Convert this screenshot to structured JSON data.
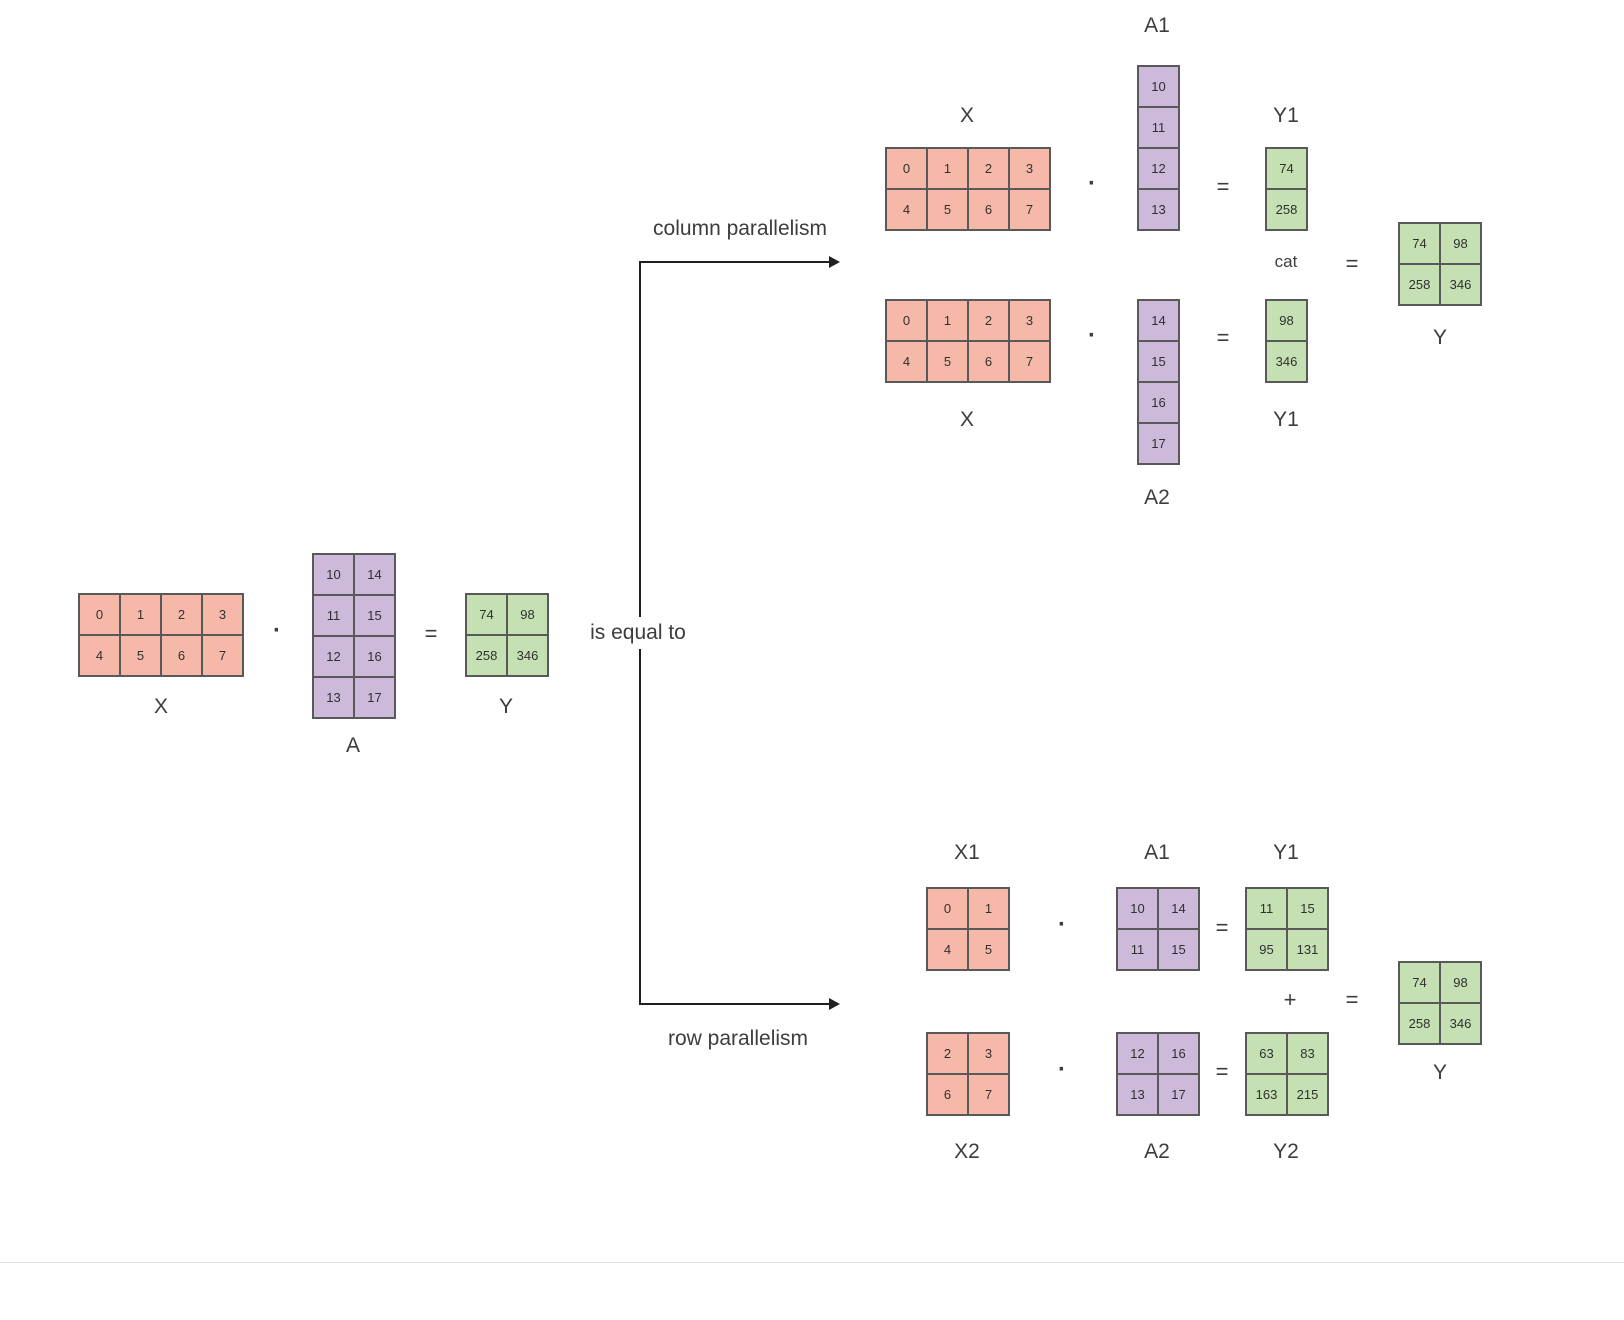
{
  "colors": {
    "salmon": "#f6b9a9",
    "purple": "#cdb9da",
    "green": "#c5e0b3",
    "border": "#595959",
    "arrow": "#202020",
    "text": "#3d3d3d"
  },
  "operators": {
    "dot": "·",
    "equals": "=",
    "plus": "+"
  },
  "connector": {
    "is_equal_to": "is equal to"
  },
  "base": {
    "X": {
      "label": "X",
      "values": [
        [
          0,
          1,
          2,
          3
        ],
        [
          4,
          5,
          6,
          7
        ]
      ]
    },
    "A": {
      "label": "A",
      "values": [
        [
          10,
          14
        ],
        [
          11,
          15
        ],
        [
          12,
          16
        ],
        [
          13,
          17
        ]
      ]
    },
    "Y": {
      "label": "Y",
      "values": [
        [
          74,
          98
        ],
        [
          258,
          346
        ]
      ]
    }
  },
  "column_parallelism": {
    "arrow_label": "column parallelism",
    "top": {
      "X": {
        "label": "X",
        "values": [
          [
            0,
            1,
            2,
            3
          ],
          [
            4,
            5,
            6,
            7
          ]
        ]
      },
      "A1": {
        "label": "A1",
        "values": [
          [
            10
          ],
          [
            11
          ],
          [
            12
          ],
          [
            13
          ]
        ]
      },
      "Y1": {
        "label": "Y1",
        "values": [
          [
            74
          ],
          [
            258
          ]
        ]
      }
    },
    "bottom": {
      "X": {
        "label": "X",
        "values": [
          [
            0,
            1,
            2,
            3
          ],
          [
            4,
            5,
            6,
            7
          ]
        ]
      },
      "A2": {
        "label": "A2",
        "values": [
          [
            14
          ],
          [
            15
          ],
          [
            16
          ],
          [
            17
          ]
        ]
      },
      "Y1": {
        "label": "Y1",
        "values": [
          [
            98
          ],
          [
            346
          ]
        ]
      }
    },
    "cat_label": "cat",
    "result": {
      "label": "Y",
      "values": [
        [
          74,
          98
        ],
        [
          258,
          346
        ]
      ]
    }
  },
  "row_parallelism": {
    "arrow_label": "row parallelism",
    "top": {
      "X1": {
        "label": "X1",
        "values": [
          [
            0,
            1
          ],
          [
            4,
            5
          ]
        ]
      },
      "A1": {
        "label": "A1",
        "values": [
          [
            10,
            14
          ],
          [
            11,
            15
          ]
        ]
      },
      "Y1": {
        "label": "Y1",
        "values": [
          [
            11,
            15
          ],
          [
            95,
            131
          ]
        ]
      }
    },
    "bottom": {
      "X2": {
        "label": "X2",
        "values": [
          [
            2,
            3
          ],
          [
            6,
            7
          ]
        ]
      },
      "A2": {
        "label": "A2",
        "values": [
          [
            12,
            16
          ],
          [
            13,
            17
          ]
        ]
      },
      "Y2": {
        "label": "Y2",
        "values": [
          [
            63,
            83
          ],
          [
            163,
            215
          ]
        ]
      }
    },
    "result": {
      "label": "Y",
      "values": [
        [
          74,
          98
        ],
        [
          258,
          346
        ]
      ]
    }
  }
}
